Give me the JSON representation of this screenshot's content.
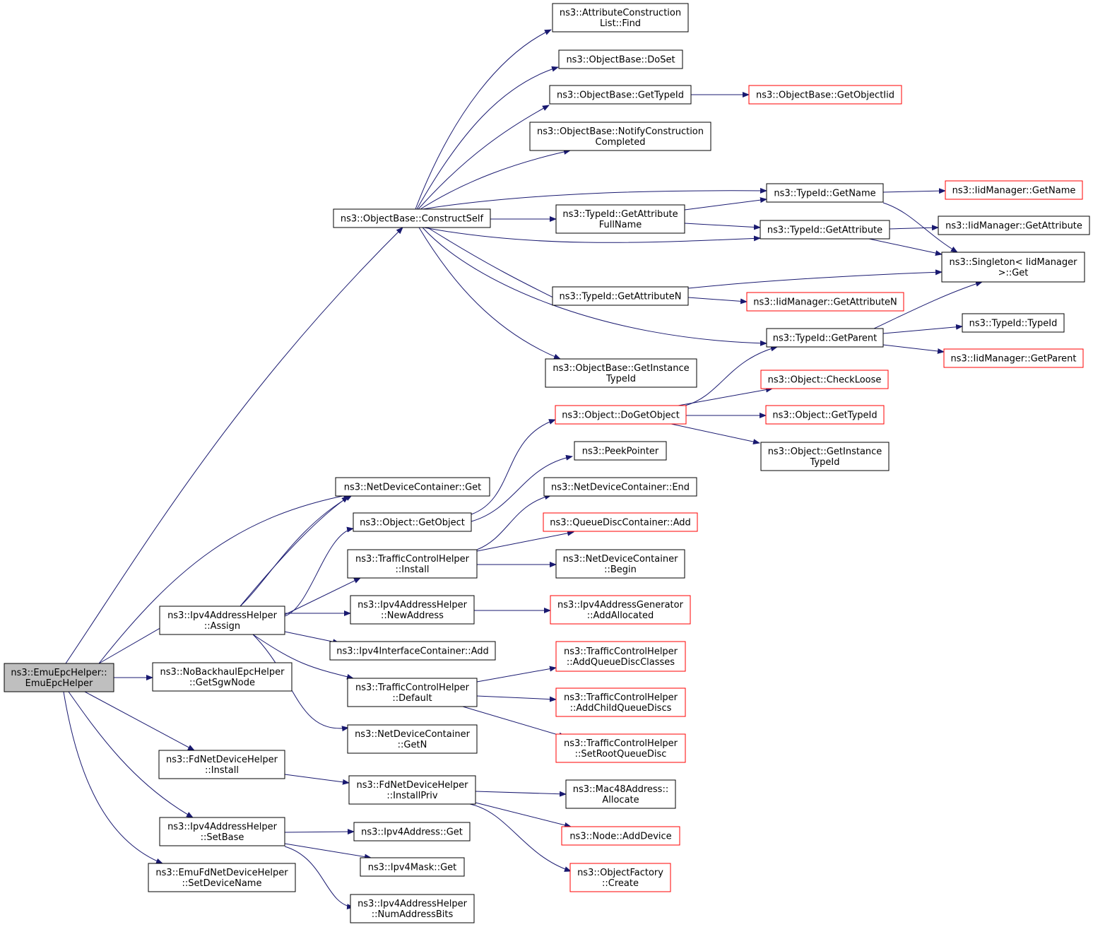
{
  "colors": {
    "edge": "#191970",
    "node_border": "#000000",
    "truncated_border": "#ff0000",
    "root_fill": "#bfbfbf",
    "node_fill": "#ffffff"
  },
  "nodes": {
    "root": {
      "lines": [
        "ns3::EmuEpcHelper::",
        "EmuEpcHelper"
      ],
      "root": true
    },
    "constructself": {
      "lines": [
        "ns3::ObjectBase::ConstructSelf"
      ]
    },
    "attrfind": {
      "lines": [
        "ns3::AttributeConstruction",
        "List::Find"
      ]
    },
    "doset": {
      "lines": [
        "ns3::ObjectBase::DoSet"
      ]
    },
    "ob_gettypeid": {
      "lines": [
        "ns3::ObjectBase::GetTypeId"
      ]
    },
    "getobjectiid": {
      "lines": [
        "ns3::ObjectBase::GetObjectIid"
      ],
      "truncated": true
    },
    "notifyconstruction": {
      "lines": [
        "ns3::ObjectBase::NotifyConstruction",
        "Completed"
      ]
    },
    "getattrfullname": {
      "lines": [
        "ns3::TypeId::GetAttribute",
        "FullName"
      ]
    },
    "tid_getname": {
      "lines": [
        "ns3::TypeId::GetName"
      ]
    },
    "iid_getname": {
      "lines": [
        "ns3::IidManager::GetName"
      ],
      "truncated": true
    },
    "tid_getattribute": {
      "lines": [
        "ns3::TypeId::GetAttribute"
      ]
    },
    "iid_getattribute": {
      "lines": [
        "ns3::IidManager::GetAttribute"
      ]
    },
    "singleton": {
      "lines": [
        "ns3::Singleton< IidManager",
        " >::Get"
      ]
    },
    "tid_getattributen": {
      "lines": [
        "ns3::TypeId::GetAttributeN"
      ]
    },
    "iid_getattributen": {
      "lines": [
        "ns3::IidManager::GetAttributeN"
      ],
      "truncated": true
    },
    "tid_getparent": {
      "lines": [
        "ns3::TypeId::GetParent"
      ]
    },
    "tid_typeid": {
      "lines": [
        "ns3::TypeId::TypeId"
      ]
    },
    "iid_getparent": {
      "lines": [
        "ns3::IidManager::GetParent"
      ],
      "truncated": true
    },
    "ob_getinstancetypeid": {
      "lines": [
        "ns3::ObjectBase::GetInstance",
        "TypeId"
      ]
    },
    "obj_checkloose": {
      "lines": [
        "ns3::Object::CheckLoose"
      ],
      "truncated": true
    },
    "obj_dogetobject": {
      "lines": [
        "ns3::Object::DoGetObject"
      ],
      "truncated": true
    },
    "obj_gettypeid": {
      "lines": [
        "ns3::Object::GetTypeId"
      ],
      "truncated": true
    },
    "obj_getinstancetypeid": {
      "lines": [
        "ns3::Object::GetInstance",
        "TypeId"
      ]
    },
    "peekpointer": {
      "lines": [
        "ns3::PeekPointer"
      ]
    },
    "ndc_get": {
      "lines": [
        "ns3::NetDeviceContainer::Get"
      ]
    },
    "ndc_end": {
      "lines": [
        "ns3::NetDeviceContainer::End"
      ]
    },
    "obj_getobject": {
      "lines": [
        "ns3::Object::GetObject"
      ]
    },
    "qdc_add": {
      "lines": [
        "ns3::QueueDiscContainer::Add"
      ],
      "truncated": true
    },
    "tch_install": {
      "lines": [
        "ns3::TrafficControlHelper",
        "::Install"
      ]
    },
    "ndc_begin": {
      "lines": [
        "ns3::NetDeviceContainer",
        "::Begin"
      ]
    },
    "ipv4h_newaddress": {
      "lines": [
        "ns3::Ipv4AddressHelper",
        "::NewAddress"
      ]
    },
    "ipv4gen_addallocated": {
      "lines": [
        "ns3::Ipv4AddressGenerator",
        "::AddAllocated"
      ],
      "truncated": true
    },
    "ipv4h_assign": {
      "lines": [
        "ns3::Ipv4AddressHelper",
        "::Assign"
      ]
    },
    "ipv4ic_add": {
      "lines": [
        "ns3::Ipv4InterfaceContainer::Add"
      ]
    },
    "tch_addqdclasses": {
      "lines": [
        "ns3::TrafficControlHelper",
        "::AddQueueDiscClasses"
      ],
      "truncated": true
    },
    "nobackhaul": {
      "lines": [
        "ns3::NoBackhaulEpcHelper",
        "::GetSgwNode"
      ]
    },
    "tch_default": {
      "lines": [
        "ns3::TrafficControlHelper",
        "::Default"
      ]
    },
    "tch_addchildqd": {
      "lines": [
        "ns3::TrafficControlHelper",
        "::AddChildQueueDiscs"
      ],
      "truncated": true
    },
    "ndc_getn": {
      "lines": [
        "ns3::NetDeviceContainer",
        "::GetN"
      ]
    },
    "tch_setrootqd": {
      "lines": [
        "ns3::TrafficControlHelper",
        "::SetRootQueueDisc"
      ],
      "truncated": true
    },
    "fdh_install": {
      "lines": [
        "ns3::FdNetDeviceHelper",
        "::Install"
      ]
    },
    "fdh_installpriv": {
      "lines": [
        "ns3::FdNetDeviceHelper",
        "::InstallPriv"
      ]
    },
    "mac48_allocate": {
      "lines": [
        "ns3::Mac48Address::",
        "Allocate"
      ]
    },
    "ipv4h_setbase": {
      "lines": [
        "ns3::Ipv4AddressHelper",
        "::SetBase"
      ]
    },
    "ipv4addr_get": {
      "lines": [
        "ns3::Ipv4Address::Get"
      ]
    },
    "node_adddevice": {
      "lines": [
        "ns3::Node::AddDevice"
      ],
      "truncated": true
    },
    "ipv4mask_get": {
      "lines": [
        "ns3::Ipv4Mask::Get"
      ]
    },
    "emufd_setdevname": {
      "lines": [
        "ns3::EmuFdNetDeviceHelper",
        "::SetDeviceName"
      ]
    },
    "objfactory_create": {
      "lines": [
        "ns3::ObjectFactory",
        "::Create"
      ],
      "truncated": true
    },
    "ipv4h_numaddrbits": {
      "lines": [
        "ns3::Ipv4AddressHelper",
        "::NumAddressBits"
      ]
    }
  }
}
